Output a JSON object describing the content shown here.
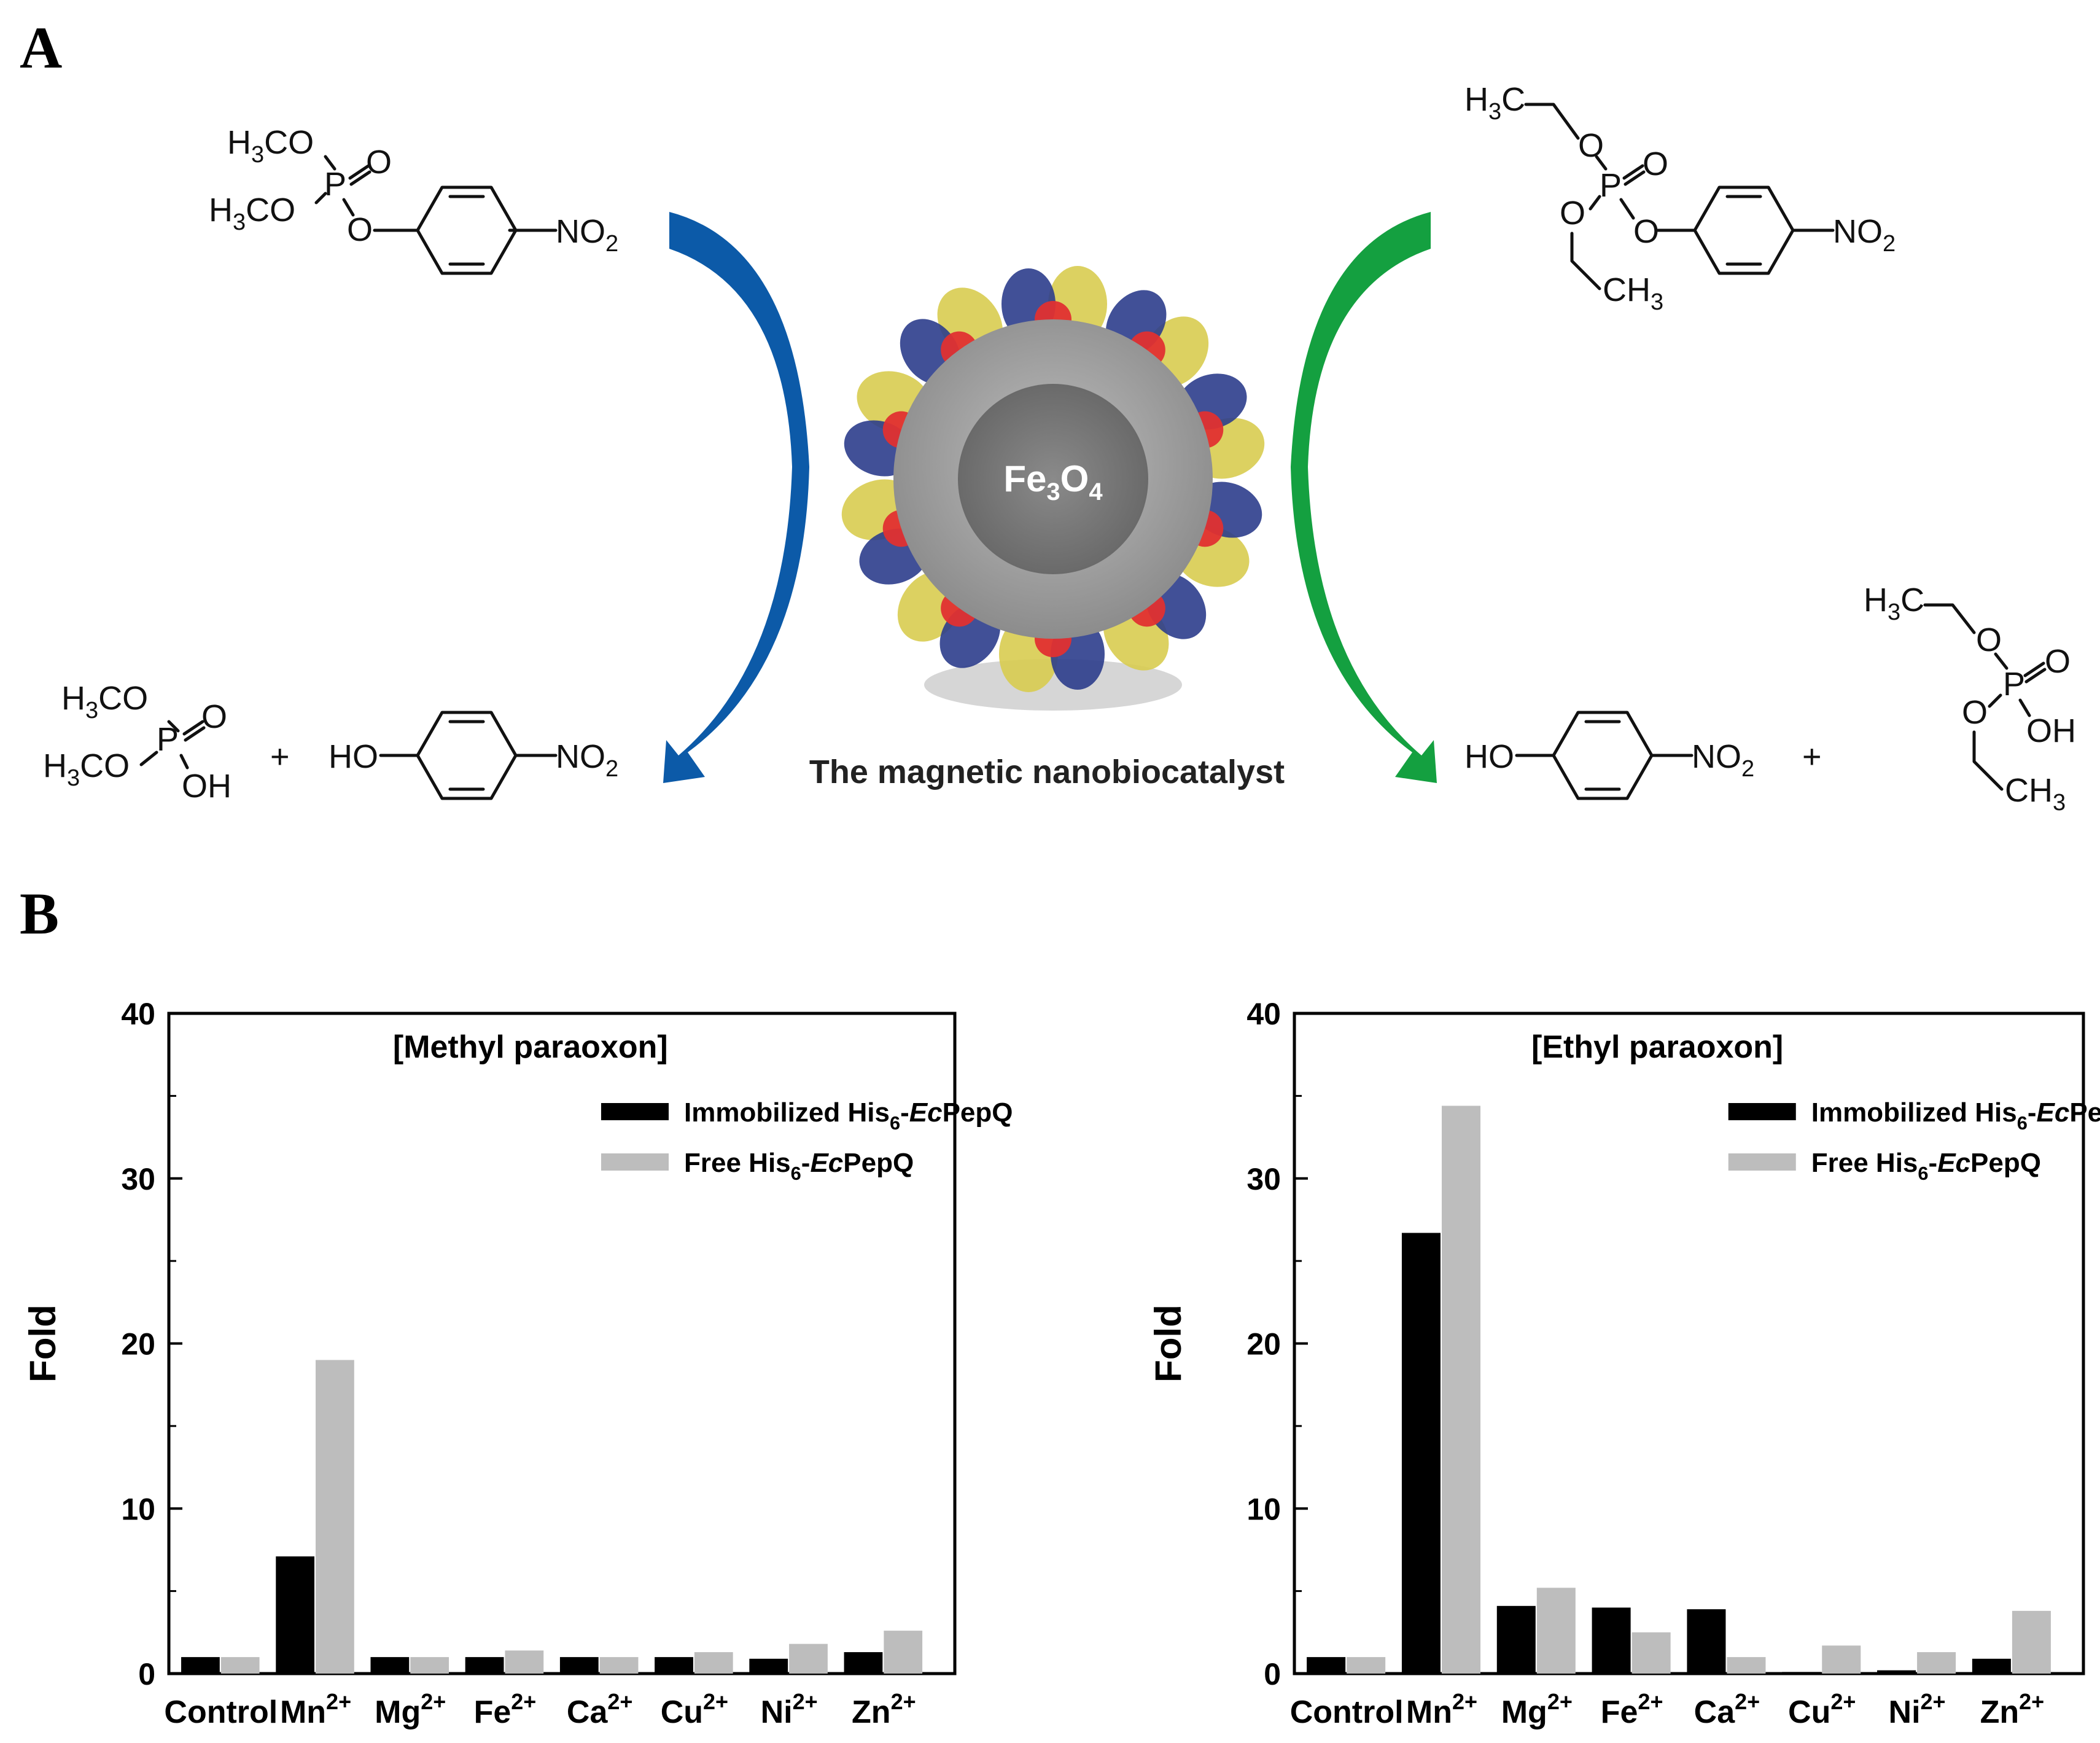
{
  "panels": {
    "a": "A",
    "b": "B"
  },
  "scheme": {
    "caption": "The magnetic nanobiocatalyst",
    "core_label": {
      "main": "Fe",
      "sub1": "3",
      "mid": "O",
      "sub2": "4"
    },
    "colors": {
      "left_arrow": "#0c5aa8",
      "right_arrow": "#14a040",
      "core": "#808080",
      "shell": "#b4b4b4",
      "protein_yellow": "#d8cc50",
      "protein_blue": "#2c3d8c",
      "protein_red": "#e03030"
    },
    "atoms": {
      "H3CO": "H",
      "three": "3",
      "CO": "CO",
      "P": "P",
      "O": "O",
      "OH": "OH",
      "HO": "HO",
      "NO": "NO",
      "two": "2",
      "plus": "+",
      "H3C_H": "H",
      "C": "C",
      "CH": "CH"
    }
  },
  "chart_data": [
    {
      "type": "bar",
      "title": "[Methyl paraoxon]",
      "ylabel": "Fold",
      "xlabel": "",
      "ylim": [
        0,
        40
      ],
      "yticks": [
        0,
        10,
        20,
        30,
        40
      ],
      "categories": [
        {
          "base": "Control",
          "sup": ""
        },
        {
          "base": "Mn",
          "sup": "2+"
        },
        {
          "base": "Mg",
          "sup": "2+"
        },
        {
          "base": "Fe",
          "sup": "2+"
        },
        {
          "base": "Ca",
          "sup": "2+"
        },
        {
          "base": "Cu",
          "sup": "2+"
        },
        {
          "base": "Ni",
          "sup": "2+"
        },
        {
          "base": "Zn",
          "sup": "2+"
        }
      ],
      "legend_position": "top-right",
      "series": [
        {
          "name": {
            "pre": "Immobilized His",
            "sub": "6",
            "mid": "-",
            "ital": "Ec",
            "post": "PepQ"
          },
          "color": "#000000",
          "values": [
            1.0,
            7.1,
            1.0,
            1.0,
            1.0,
            1.0,
            0.9,
            1.3
          ]
        },
        {
          "name": {
            "pre": "Free His",
            "sub": "6",
            "mid": "-",
            "ital": "Ec",
            "post": "PepQ"
          },
          "color": "#bdbdbd",
          "values": [
            1.0,
            19.0,
            1.0,
            1.4,
            1.0,
            1.3,
            1.8,
            2.6
          ]
        }
      ]
    },
    {
      "type": "bar",
      "title": "[Ethyl paraoxon]",
      "ylabel": "Fold",
      "xlabel": "",
      "ylim": [
        0,
        40
      ],
      "yticks": [
        0,
        10,
        20,
        30,
        40
      ],
      "categories": [
        {
          "base": "Control",
          "sup": ""
        },
        {
          "base": "Mn",
          "sup": "2+"
        },
        {
          "base": "Mg",
          "sup": "2+"
        },
        {
          "base": "Fe",
          "sup": "2+"
        },
        {
          "base": "Ca",
          "sup": "2+"
        },
        {
          "base": "Cu",
          "sup": "2+"
        },
        {
          "base": "Ni",
          "sup": "2+"
        },
        {
          "base": "Zn",
          "sup": "2+"
        }
      ],
      "legend_position": "top-right",
      "series": [
        {
          "name": {
            "pre": "Immobilized His",
            "sub": "6",
            "mid": "-",
            "ital": "Ec",
            "post": "PepQ"
          },
          "color": "#000000",
          "values": [
            1.0,
            26.7,
            4.1,
            4.0,
            3.9,
            0.1,
            0.2,
            0.9
          ]
        },
        {
          "name": {
            "pre": "Free His",
            "sub": "6",
            "mid": "-",
            "ital": "Ec",
            "post": "PepQ"
          },
          "color": "#bdbdbd",
          "values": [
            1.0,
            34.4,
            5.2,
            2.5,
            1.0,
            1.7,
            1.3,
            3.8
          ]
        }
      ]
    }
  ]
}
